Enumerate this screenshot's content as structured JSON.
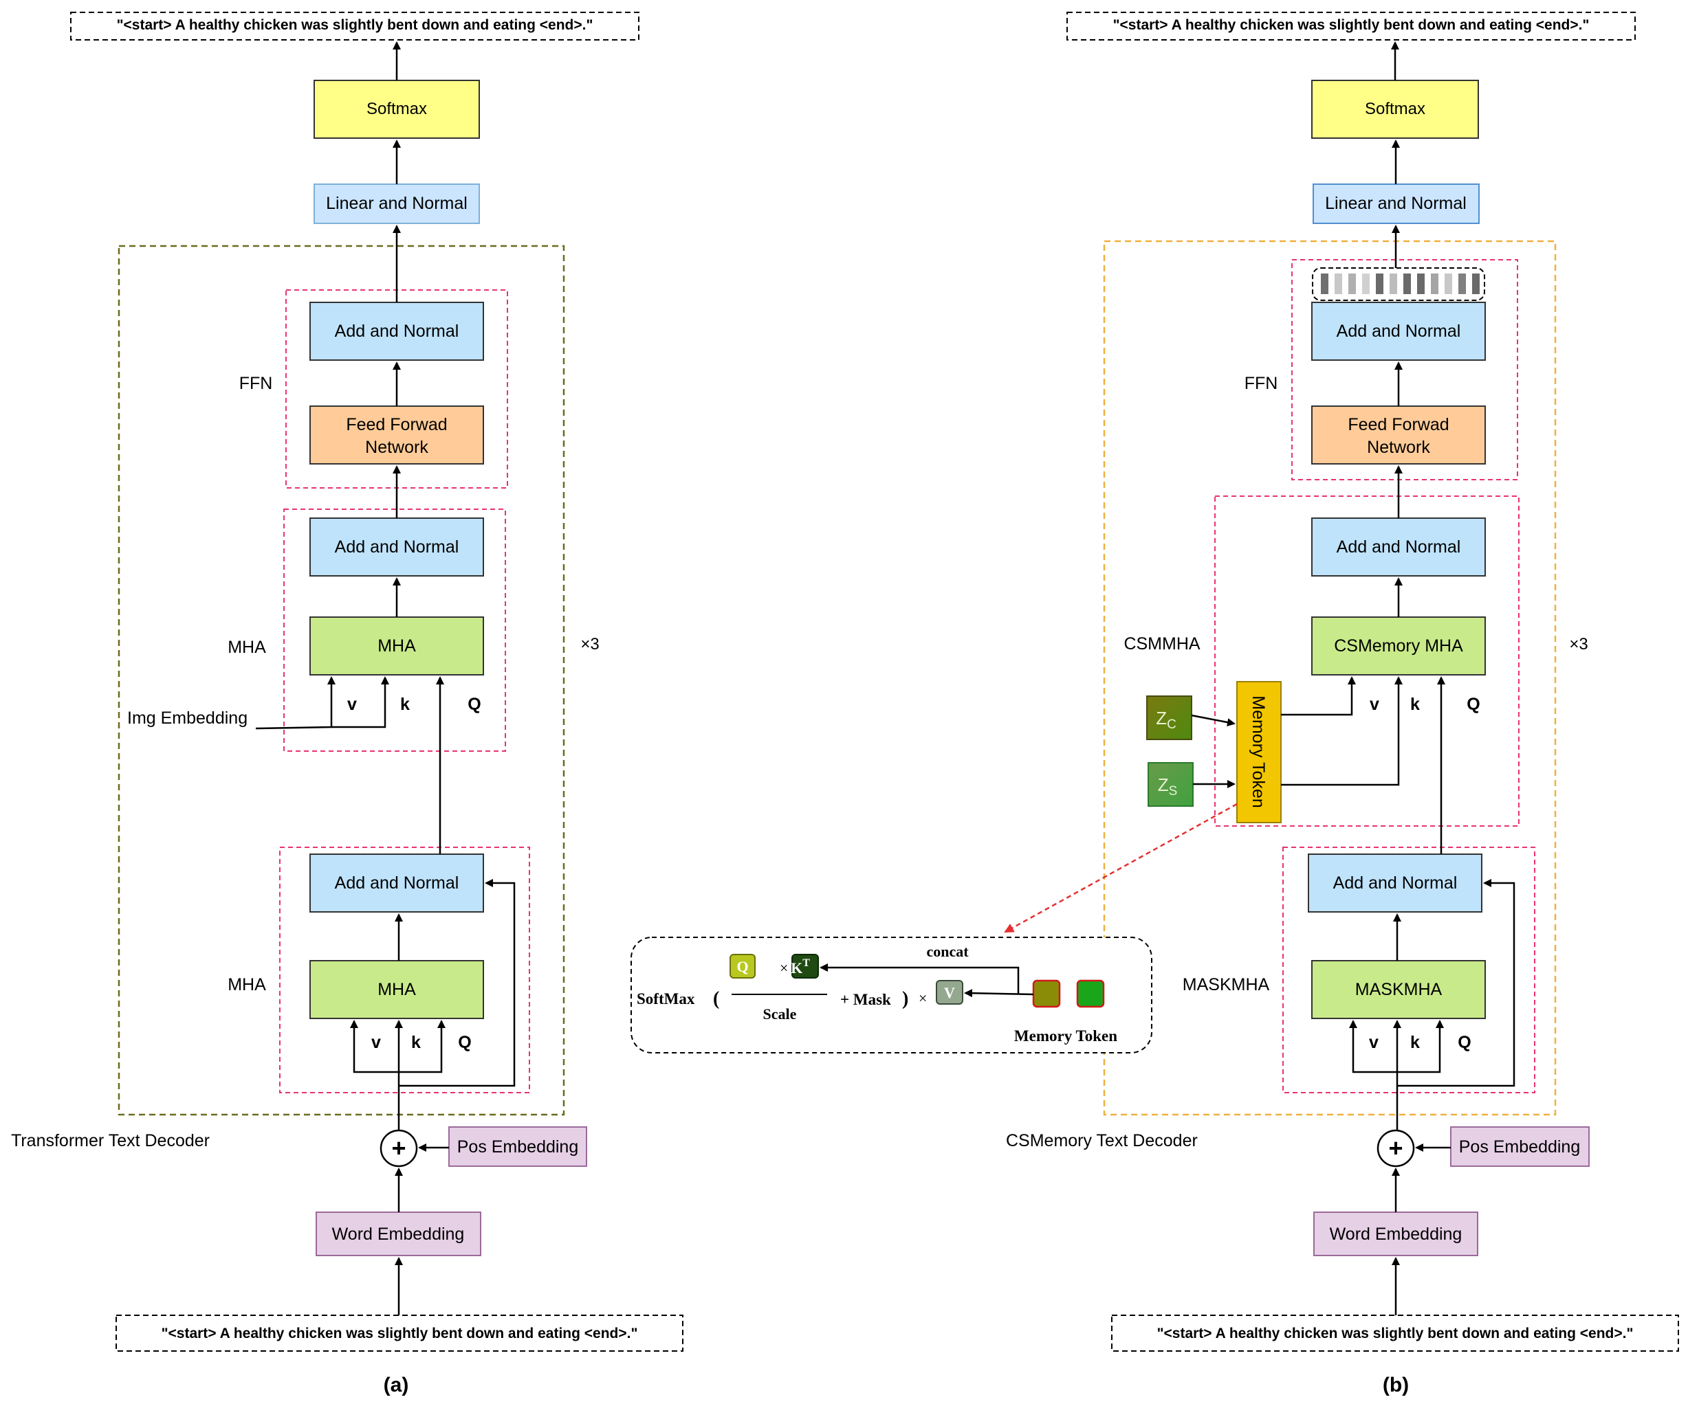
{
  "colors": {
    "yellow_box": "#ffff88",
    "light_blue_box": "#cce5ff",
    "blue_box": "#bfe3fb",
    "orange_box": "#ffcc99",
    "green_box": "#c9ea8a",
    "purple_box": "#e6d0e6",
    "memory_token": "#f2c600",
    "dashed_red": "#e8336d",
    "dashed_olive": "#6b6b1e",
    "dashed_orange": "#f0b040",
    "arrow_red": "#e53030"
  },
  "left": {
    "output_text": "\"<start> A healthy chicken was slightly bent down and eating <end>.\"",
    "softmax": "Softmax",
    "linear_normal": "Linear and Normal",
    "add_normal_1": "Add and Normal",
    "ffn_line1": "Feed Forwad",
    "ffn_line2": "Network",
    "ffn_label": "FFN",
    "add_normal_2": "Add and Normal",
    "mha_box": "MHA",
    "mha_label": "MHA",
    "v": "v",
    "k": "k",
    "q": "Q",
    "img_embedding": "Img Embedding",
    "repeat": "×3",
    "add_normal_3": "Add and Normal",
    "mha_box_2": "MHA",
    "mha_label_2": "MHA",
    "v2": "v",
    "k2": "k",
    "q2": "Q",
    "decoder_label": "Transformer Text Decoder",
    "plus": "+",
    "pos_embedding": "Pos Embedding",
    "word_embedding": "Word Embedding",
    "input_text": "\"<start> A healthy chicken was slightly bent down and eating <end>.\"",
    "caption": "(a)"
  },
  "right": {
    "output_text": "\"<start> A healthy chicken was slightly bent down and eating <end>.\"",
    "softmax": "Softmax",
    "linear_normal": "Linear and Normal",
    "add_normal_1": "Add and Normal",
    "ffn_line1": "Feed Forwad",
    "ffn_line2": "Network",
    "ffn_label": "FFN",
    "add_normal_2": "Add and Normal",
    "csmemory_mha": "CSMemory MHA",
    "csmmha_label": "CSMMHA",
    "zc_main": "Z",
    "zc_sub": "C",
    "zs_main": "Z",
    "zs_sub": "S",
    "memory_token": "Memory Token",
    "v": "v",
    "k": "k",
    "q": "Q",
    "repeat": "×3",
    "add_normal_3": "Add and Normal",
    "maskmha_box": "MASKMHA",
    "maskmha_label": "MASKMHA",
    "v2": "v",
    "k2": "k",
    "q2": "Q",
    "decoder_label": "CSMemory Text Decoder",
    "plus": "+",
    "pos_embedding": "Pos Embedding",
    "word_embedding": "Word Embedding",
    "input_text": "\"<start> A healthy chicken was slightly bent down and eating <end>.\"",
    "caption": "(b)"
  },
  "detail": {
    "softmax": "SoftMax",
    "paren_open": "(",
    "q": "Q",
    "times1": "×",
    "k": "K",
    "k_sup": "T",
    "concat": "concat",
    "scale": "Scale",
    "plus_mask": "+ Mask",
    "paren_close": ")",
    "times2": "×",
    "v": "V",
    "memory_token": "Memory Token"
  }
}
